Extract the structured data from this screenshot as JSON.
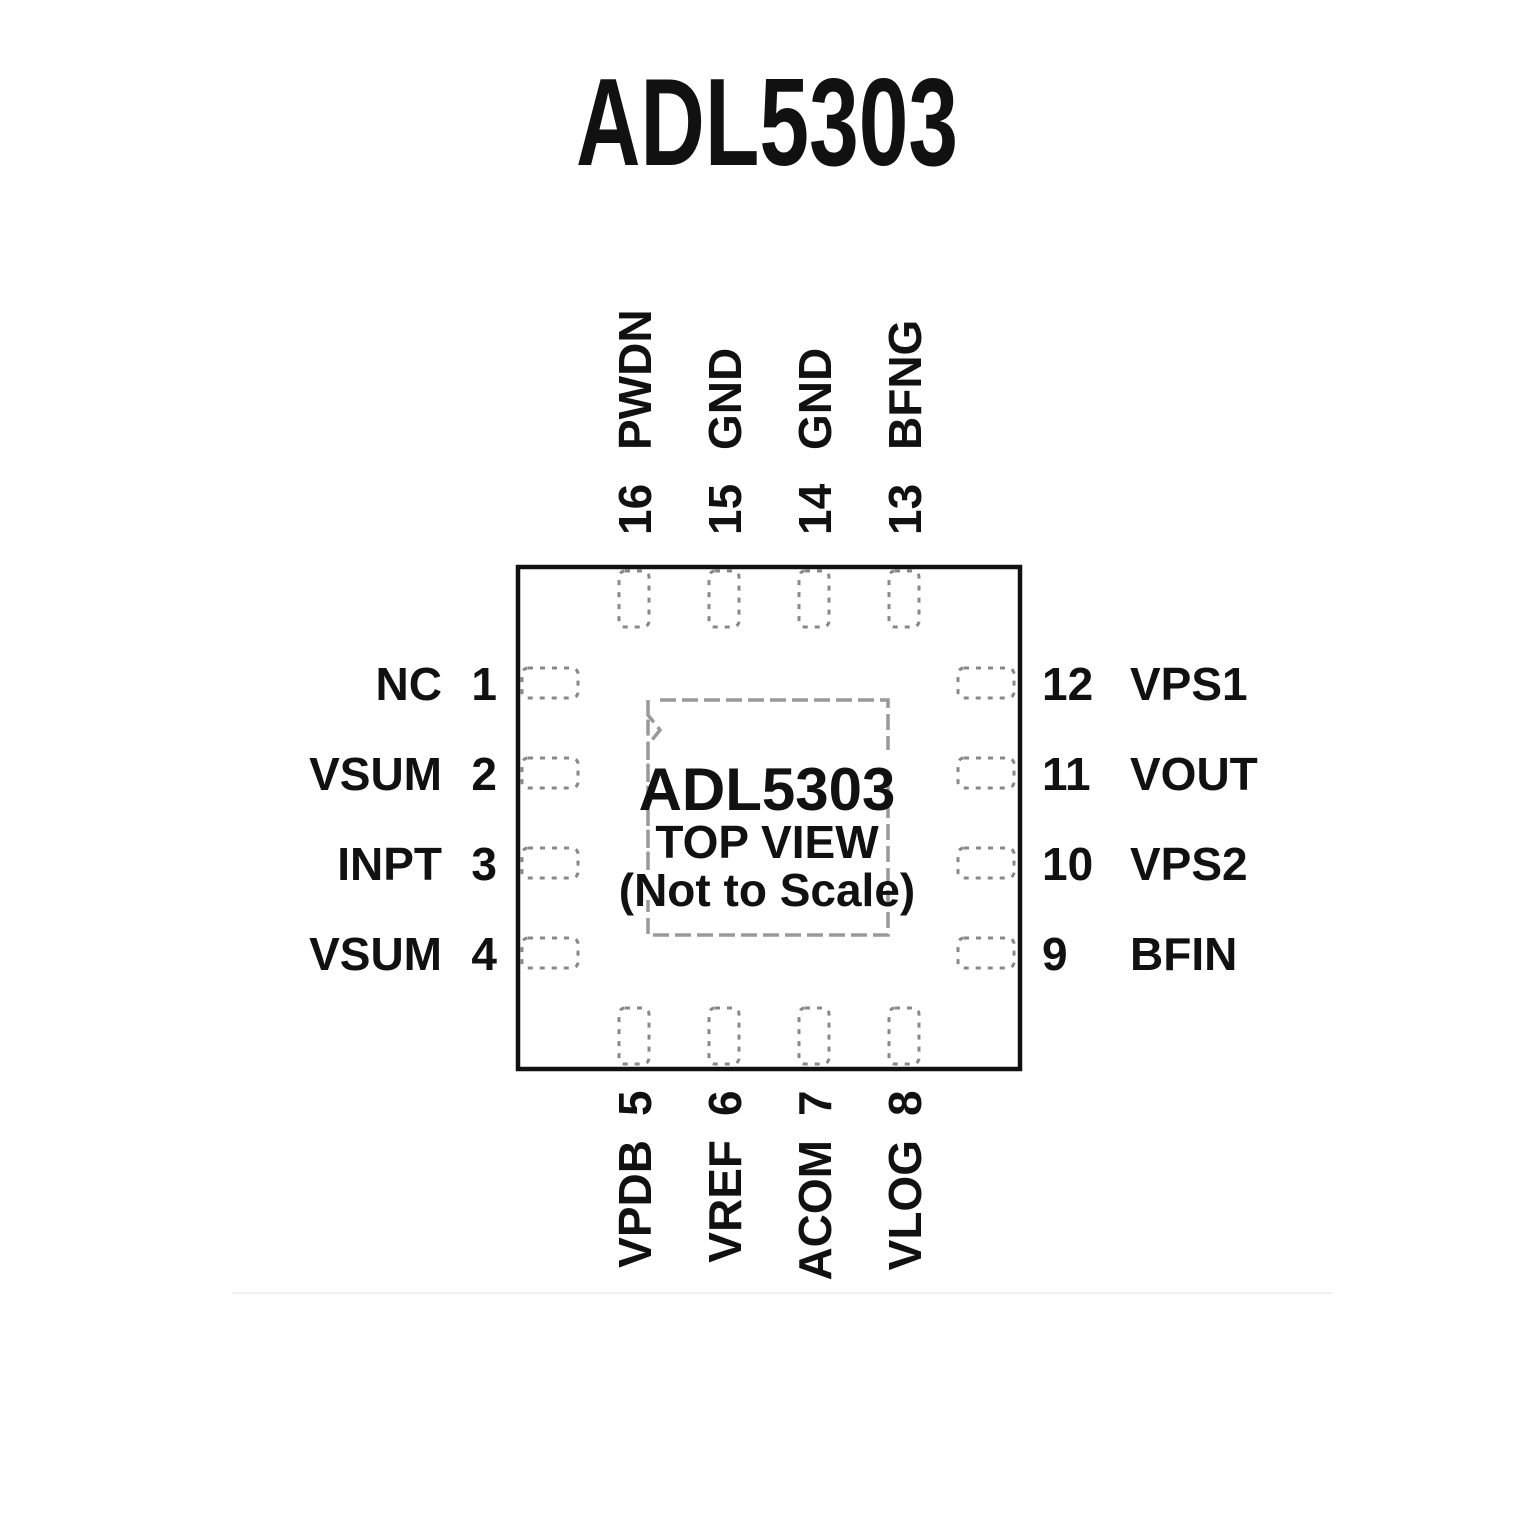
{
  "title": "ADL5303",
  "chip": {
    "name": "ADL5303",
    "view": "TOP VIEW",
    "note": "(Not to Scale)"
  },
  "pins": {
    "left": [
      {
        "num": "1",
        "name": "NC"
      },
      {
        "num": "2",
        "name": "VSUM"
      },
      {
        "num": "3",
        "name": "INPT"
      },
      {
        "num": "4",
        "name": "VSUM"
      }
    ],
    "bottom": [
      {
        "num": "5",
        "name": "VPDB"
      },
      {
        "num": "6",
        "name": "VREF"
      },
      {
        "num": "7",
        "name": "ACOM"
      },
      {
        "num": "8",
        "name": "VLOG"
      }
    ],
    "right": [
      {
        "num": "9",
        "name": "BFIN"
      },
      {
        "num": "10",
        "name": "VPS2"
      },
      {
        "num": "11",
        "name": "VOUT"
      },
      {
        "num": "12",
        "name": "VPS1"
      }
    ],
    "top": [
      {
        "num": "13",
        "name": "BFNG"
      },
      {
        "num": "14",
        "name": "GND"
      },
      {
        "num": "15",
        "name": "GND"
      },
      {
        "num": "16",
        "name": "PWDN"
      }
    ]
  }
}
